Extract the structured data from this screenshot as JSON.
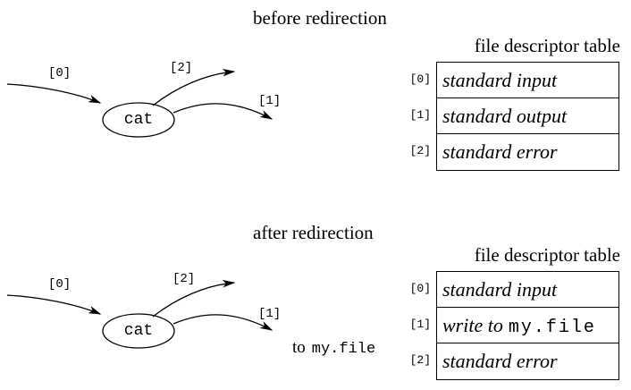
{
  "colors": {
    "ink": "#000000",
    "background": "#ffffff"
  },
  "before": {
    "title": "before redirection",
    "heading": "file descriptor table",
    "process_label": "cat",
    "fd0": "[0]",
    "fd1": "[1]",
    "fd2": "[2]",
    "rows": [
      {
        "index": "[0]",
        "value": "standard input"
      },
      {
        "index": "[1]",
        "value": "standard output"
      },
      {
        "index": "[2]",
        "value": "standard error"
      }
    ]
  },
  "after": {
    "title": "after redirection",
    "heading": "file descriptor table",
    "process_label": "cat",
    "fd0": "[0]",
    "fd1": "[1]",
    "fd2": "[2]",
    "note_prefix": "to",
    "note_file": "my.file",
    "rows": [
      {
        "index": "[0]",
        "value": "standard input"
      },
      {
        "index": "[1]",
        "value_italic": "write to",
        "value_mono": "my.file"
      },
      {
        "index": "[2]",
        "value": "standard error"
      }
    ]
  }
}
